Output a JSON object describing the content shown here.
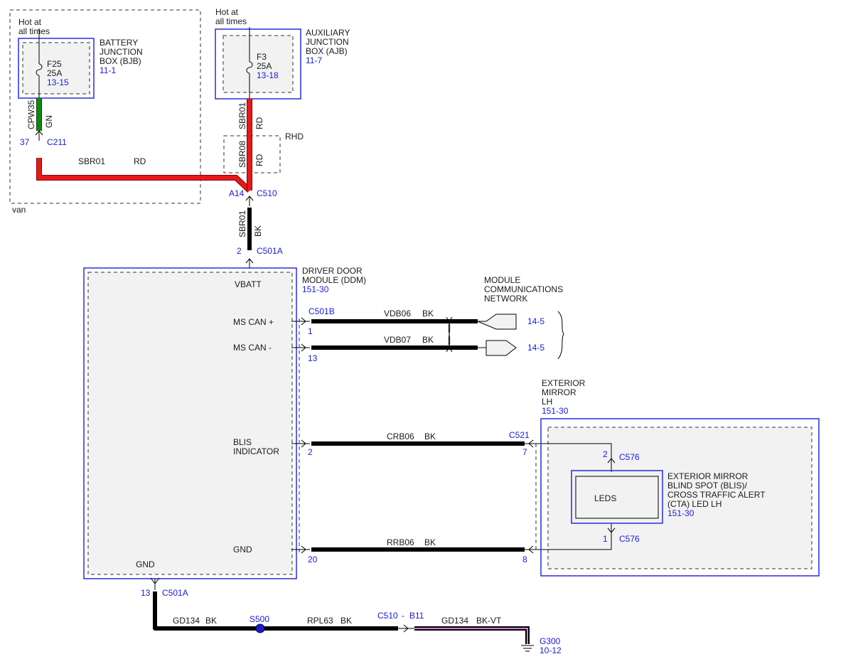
{
  "bjb": {
    "hot": [
      "Hot at",
      "all times"
    ],
    "fuse": "F25",
    "amps": "25A",
    "ref": "13-15",
    "name": [
      "BATTERY",
      "JUNCTION",
      "BOX (BJB)"
    ],
    "page": "11-1",
    "region": "van"
  },
  "ajb": {
    "hot": [
      "Hot at",
      "all times"
    ],
    "fuse": "F3",
    "amps": "25A",
    "ref": "13-18",
    "name": [
      "AUXILIARY",
      "JUNCTION",
      "BOX (AJB)"
    ],
    "page": "11-7"
  },
  "wires": {
    "cpw35": "CPW35",
    "gn": "GN",
    "sbr01": "SBR01",
    "rd": "RD",
    "sbr08": "SBR08",
    "rhd": "RHD",
    "bk": "BK",
    "vdb06": "VDB06",
    "vdb07": "VDB07",
    "crb06": "CRB06",
    "rrb06": "RRB06",
    "gd134": "GD134",
    "rpl63": "RPL63",
    "bkvt": "BK-VT"
  },
  "connectors": {
    "c211_pin": "37",
    "c211": "C211",
    "c510_pin": "A14",
    "c510": "C510",
    "c501a_top_pin": "2",
    "c501a": "C501A",
    "c501b": "C501B",
    "can_plus_pin": "1",
    "can_minus_pin": "13",
    "blis_pin": "2",
    "gnd_pin": "20",
    "c501a_gnd_pin": "13",
    "c521": "C521",
    "c521_pin_a": "7",
    "c521_pin_b": "8",
    "c576": "C576",
    "c576_pin_a": "2",
    "c576_pin_b": "1",
    "s500": "S500",
    "c510_b": "C510",
    "dash": "-",
    "b11": "B11",
    "g300": "G300",
    "g300_page": "10-12"
  },
  "ddm": {
    "vbatt": "VBATT",
    "can_plus": "MS CAN +",
    "can_minus": "MS CAN -",
    "blis": [
      "BLIS",
      "INDICATOR"
    ],
    "gnd_in": "GND",
    "gnd_out": "GND",
    "name": [
      "DRIVER DOOR",
      "MODULE (DDM)"
    ],
    "page": "151-30"
  },
  "network": {
    "name": [
      "MODULE",
      "COMMUNICATIONS",
      "NETWORK"
    ],
    "ref_plus": "14-5",
    "ref_minus": "14-5"
  },
  "mirror": {
    "name": [
      "EXTERIOR",
      "MIRROR",
      "LH"
    ],
    "page": "151-30",
    "led_label": "LEDS",
    "led_name": [
      "EXTERIOR MIRROR",
      "BLIND SPOT (BLIS)/",
      "CROSS TRAFFIC ALERT",
      "(CTA) LED LH"
    ],
    "led_page": "151-30"
  }
}
